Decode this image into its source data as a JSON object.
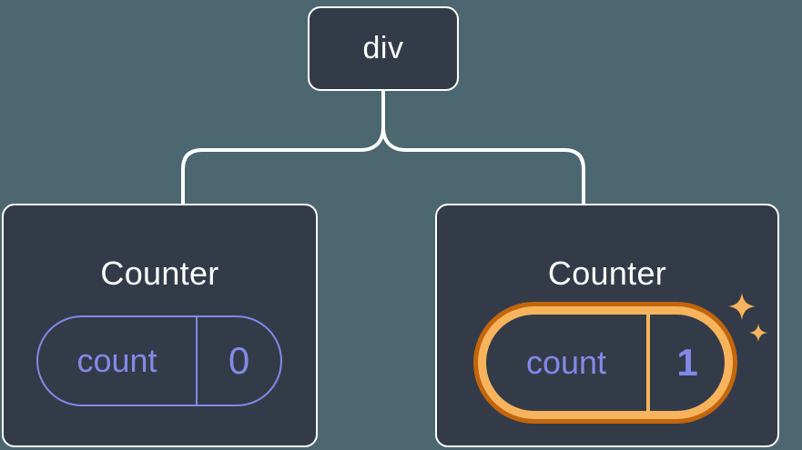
{
  "diagram": {
    "root_node": {
      "label": "div"
    },
    "children": [
      {
        "title": "Counter",
        "state": {
          "key": "count",
          "value": "0"
        },
        "highlighted": false
      },
      {
        "title": "Counter",
        "state": {
          "key": "count",
          "value": "1"
        },
        "highlighted": true
      }
    ]
  },
  "icons": {
    "sparkles": "sparkles-icon"
  },
  "colors": {
    "background": "#4C6770",
    "node_fill": "#343B48",
    "node_border": "#FFFFFF",
    "connector": "#FFFFFF",
    "state_purple": "#8289E8",
    "highlight_orange_light": "#F8B45C",
    "highlight_orange_dark": "#C2660D",
    "sparkle": "#F8B45C"
  }
}
